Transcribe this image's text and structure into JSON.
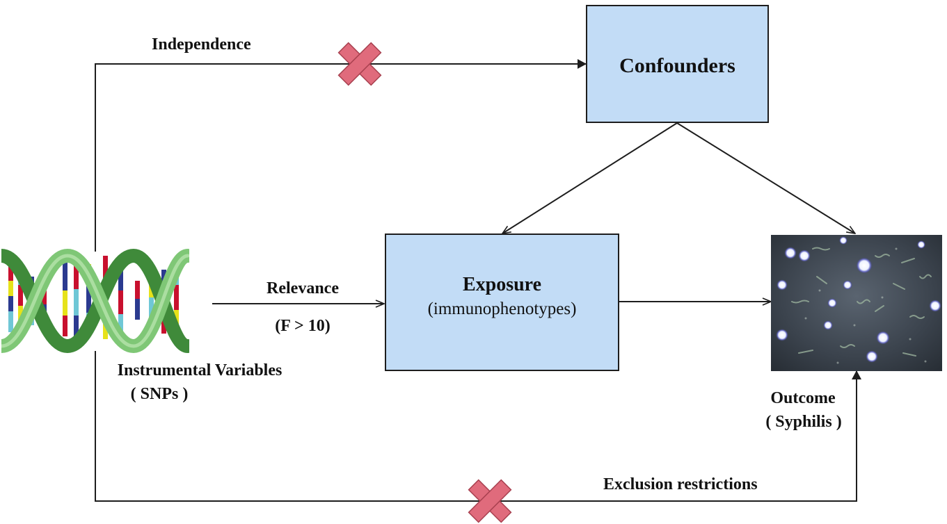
{
  "nodes": {
    "confounders": {
      "title": "Confounders"
    },
    "exposure": {
      "title": "Exposure",
      "subtitle": "(immunophenotypes)"
    },
    "instrument": {
      "title": "Instrumental Variables",
      "subtitle": "( SNPs )"
    },
    "outcome": {
      "title": "Outcome",
      "subtitle": "( Syphilis )"
    }
  },
  "edges": {
    "independence": {
      "label": "Independence",
      "blocked": true
    },
    "relevance": {
      "label": "Relevance",
      "condition": "(F > 10)"
    },
    "exclusion": {
      "label": "Exclusion restrictions",
      "blocked": true
    }
  },
  "colors": {
    "box_fill": "#c2dcf6",
    "cross": "#e06b7c",
    "dna_green": "#74c06a",
    "line": "#1d1d1d"
  },
  "icons": {
    "instrument_image": "dna-double-helix-icon",
    "outcome_image": "darkfield-microscopy-photo",
    "blocked_marker": "red-cross-icon"
  }
}
